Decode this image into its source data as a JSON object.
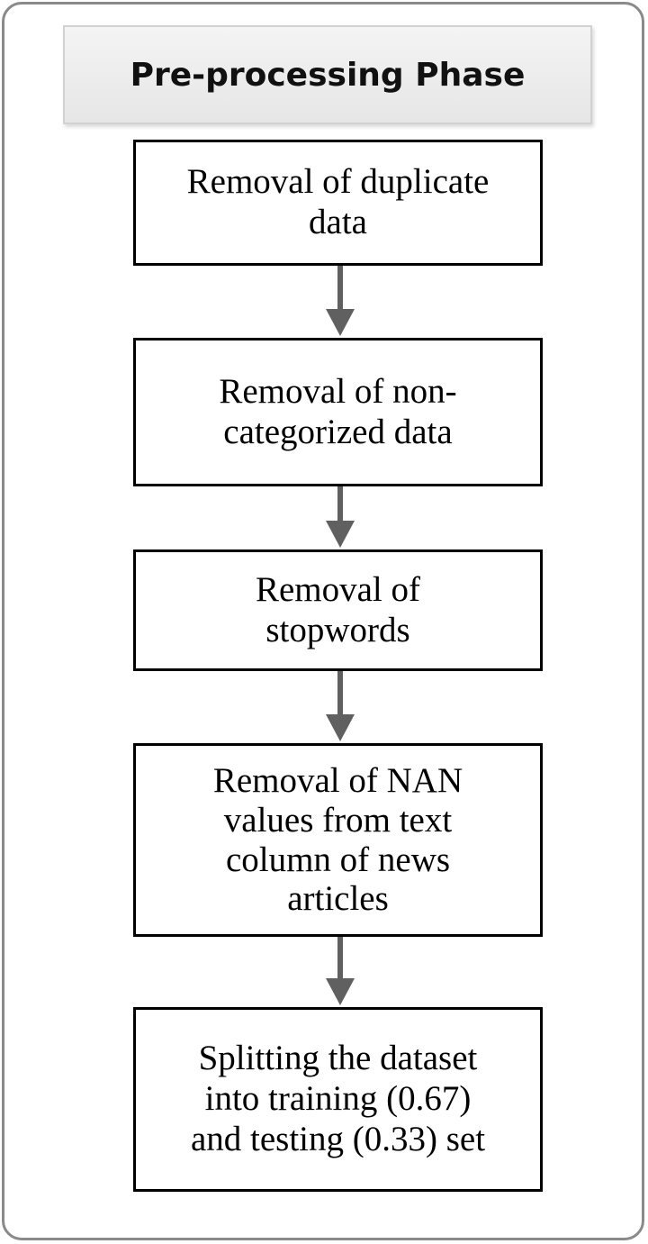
{
  "diagram": {
    "header": "Pre-processing Phase",
    "steps": [
      "Removal of duplicate\ndata",
      "Removal of non-\ncategorized data",
      "Removal of\nstopwords",
      "Removal of NAN\nvalues from text\ncolumn of news\narticles",
      "Splitting the dataset\ninto training (0.67)\nand testing (0.33) set"
    ],
    "colors": {
      "frame": "#8a8a8a",
      "header_bg": "#ebebeb",
      "box_border": "#000000",
      "arrow": "#606060"
    }
  }
}
